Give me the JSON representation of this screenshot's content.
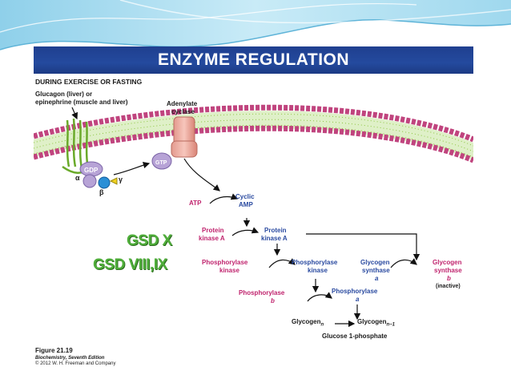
{
  "title": "ENZYME REGULATION",
  "subtitle": "DURING EXERCISE OR FASTING",
  "receptor_label": [
    "Glucagon (liver) or",
    "epinephrine (muscle and liver)"
  ],
  "cyclase_label": [
    "Adenylate",
    "cyclase"
  ],
  "gprotein": {
    "gdp": "GDP",
    "gtp": "GTP",
    "alpha": "α",
    "beta": "β",
    "gamma": "γ"
  },
  "atp": "ATP",
  "cyclic_amp": [
    "Cyclic",
    "AMP"
  ],
  "pka_inactive": [
    "Protein",
    "kinase A"
  ],
  "pka_active": [
    "Protein",
    "kinase A"
  ],
  "phk_inactive": [
    "Phosphorylase",
    "kinase"
  ],
  "phk_active": [
    "Phosphorylase",
    "kinase"
  ],
  "gs_a": [
    "Glycogen",
    "synthase",
    "a"
  ],
  "gs_b": [
    "Glycogen",
    "synthase",
    "b"
  ],
  "gs_b_note": "(inactive)",
  "phos_b": [
    "Phosphorylase",
    "b"
  ],
  "phos_a": [
    "Phosphorylase",
    "a"
  ],
  "glycogen_n": "Glycogen",
  "glycogen_n_sub": "n",
  "glycogen_n1": "Glycogen",
  "glycogen_n1_sub": "n−1",
  "glucose1p": "Glucose 1-phosphate",
  "gsd": [
    "GSD X",
    "GSD VIII,IX"
  ],
  "caption": [
    "Figure 21.19",
    "Biochemistry, Seventh Edition",
    "© 2012 W. H. Freeman and Company"
  ],
  "colors": {
    "banner": "#244a9e",
    "active_text": "#c0246e",
    "gsd_text": "#4fae3a",
    "membrane_head": "#c0447e",
    "membrane_tail": "#8cc63f"
  }
}
